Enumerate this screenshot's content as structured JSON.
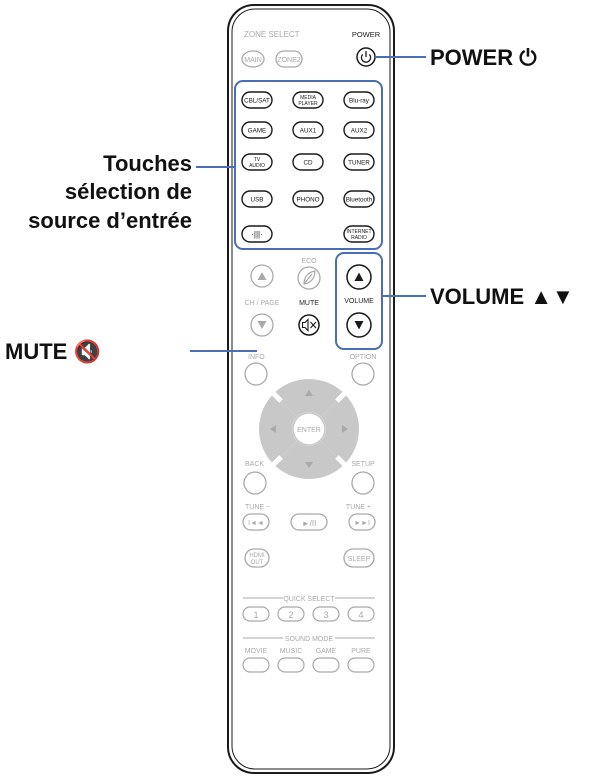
{
  "callouts": {
    "power": "POWER ⏻",
    "source_line1": "Touches",
    "source_line2": "sélection de",
    "source_line3": "source d’entrée",
    "volume": "VOLUME ▲▼",
    "mute": "MUTE 🔇"
  },
  "remote": {
    "zone_select": "ZONE SELECT",
    "main": "MAIN",
    "zone2": "ZONE2",
    "power": "POWER",
    "source_buttons": [
      "CBL/SAT",
      "MEDIA PLAYER",
      "Blu-ray",
      "GAME",
      "AUX1",
      "AUX2",
      "TV AUDIO",
      "CD",
      "TUNER",
      "USB",
      "PHONO",
      "Bluetooth",
      "",
      "INTERNET RADIO"
    ],
    "eco": "ECO",
    "ch_page": "CH / PAGE",
    "mute": "MUTE",
    "volume": "VOLUME",
    "info": "INFO",
    "option": "OPTION",
    "enter": "ENTER",
    "back": "BACK",
    "setup": "SETUP",
    "tune_minus": "TUNE −",
    "tune_plus": "TUNE +",
    "hdmi_out": "HDMI OUT",
    "sleep": "SLEEP",
    "quick_select": "QUICK SELECT",
    "quick_numbers": [
      "1",
      "2",
      "3",
      "4"
    ],
    "sound_mode": "SOUND MODE",
    "sound_modes": [
      "MOVIE",
      "MUSIC",
      "GAME",
      "PURE"
    ]
  },
  "colors": {
    "highlight": "#4a6fb5",
    "outline": "#1a1a1a",
    "faded": "#a9a9a9",
    "dpad": "#c8c8c8"
  }
}
